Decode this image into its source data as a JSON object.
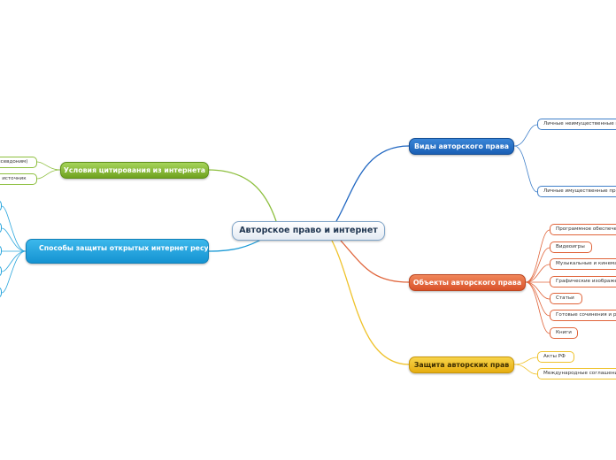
{
  "central": "Авторское право и интернет",
  "branches": {
    "citation": {
      "label": "Условия цитирования из интернета",
      "items": [
        "псевдоним)",
        "а источник"
      ]
    },
    "types": {
      "label": "Виды авторского права",
      "items": [
        "Личные неимущественные п",
        "Личные имущественные пр"
      ]
    },
    "protection_methods": {
      "label": "Способы защиты открытых интернет ресурсов"
    },
    "objects": {
      "label": "Объекты авторского права",
      "items": [
        "Программное обеспече",
        "Видеоигры",
        "Музыкальные и кинема",
        "Графические изображен",
        "Статьи",
        "Готовые сочинения и р",
        "Книги"
      ]
    },
    "protection": {
      "label": "Защита авторских прав",
      "items": [
        "Акты РФ",
        "Международные соглашени"
      ]
    }
  },
  "colors": {
    "green": "#7ab32e",
    "blue": "#1f66c1",
    "orange": "#e0643a",
    "yellow": "#efc22a",
    "cyan": "#1a9ad6"
  }
}
